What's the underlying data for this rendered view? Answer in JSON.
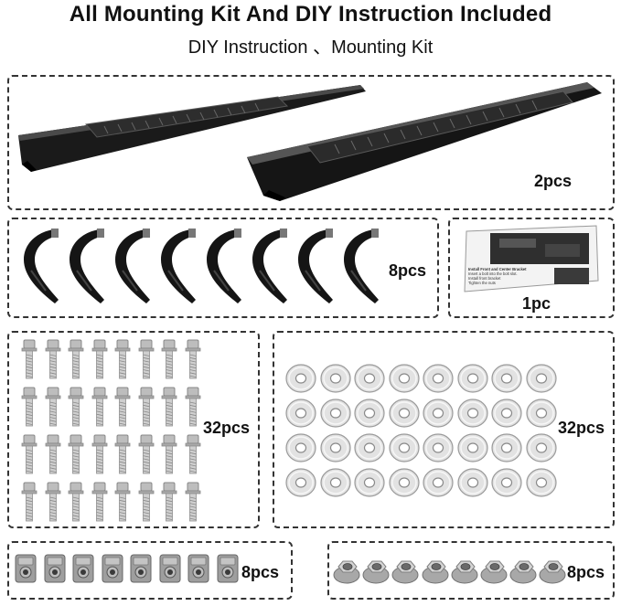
{
  "header": {
    "title": "All Mounting Kit And DIY Instruction Included",
    "subtitle": "DIY Instruction 、Mounting Kit"
  },
  "components": {
    "running_boards": {
      "count_label": "2pcs",
      "quantity": 2
    },
    "brackets": {
      "count_label": "8pcs",
      "quantity": 8
    },
    "instruction": {
      "count_label": "1pc",
      "quantity": 1,
      "lines": [
        "Install Front and Center Bracket",
        "Insert a bolt into the bolt slot.",
        "Install front bracket",
        "Tighten the nuts"
      ]
    },
    "bolts": {
      "count_label": "32pcs",
      "quantity": 32
    },
    "washers": {
      "count_label": "32pcs",
      "quantity": 32
    },
    "clip_nuts": {
      "count_label": "8pcs",
      "quantity": 8
    },
    "flange_nuts": {
      "count_label": "8pcs",
      "quantity": 8
    }
  }
}
